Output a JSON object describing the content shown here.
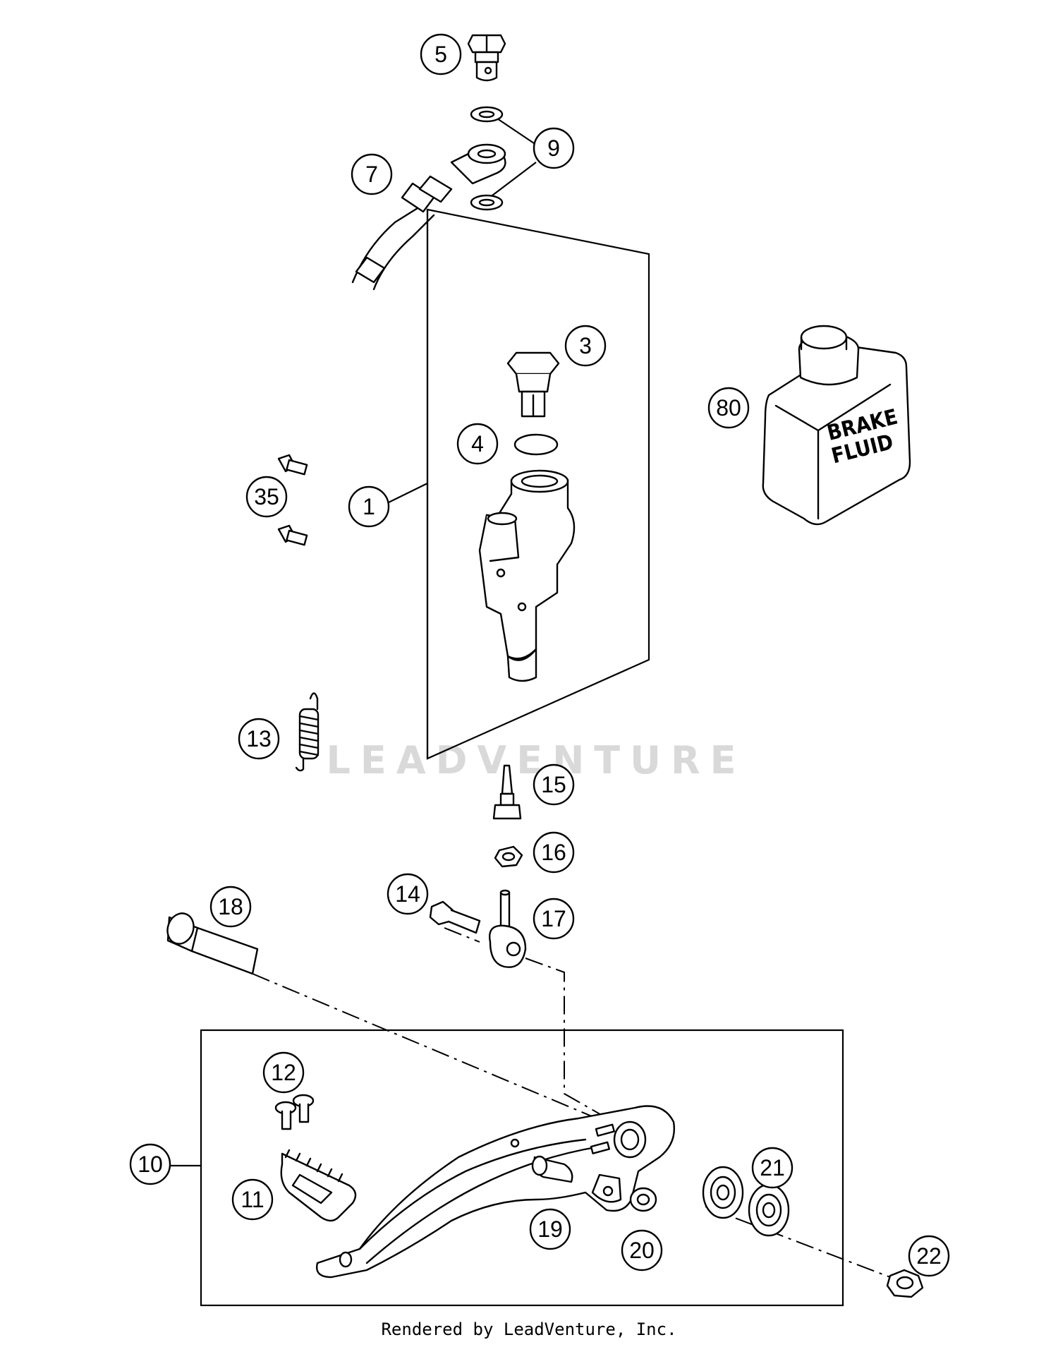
{
  "diagram": {
    "watermark": "LEADVENTURE",
    "bottle_label": [
      "BRAKE",
      "FLUID"
    ],
    "callouts": [
      "5",
      "9",
      "7",
      "3",
      "80",
      "4",
      "1",
      "35",
      "13",
      "15",
      "16",
      "14",
      "18",
      "17",
      "12",
      "10",
      "21",
      "11",
      "19",
      "20",
      "22"
    ]
  },
  "footer": {
    "text": "Rendered by LeadVenture, Inc."
  }
}
